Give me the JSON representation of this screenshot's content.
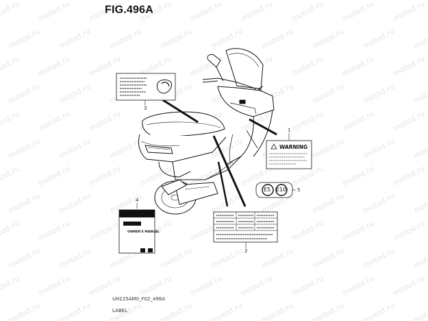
{
  "figure": {
    "title": "FIG.496A",
    "code": "UH125AM0_F02_496A",
    "caption": "LABEL"
  },
  "watermark": {
    "text": "motod.ru"
  },
  "parts": {
    "p1": {
      "callout": "1",
      "heading": "WARNING"
    },
    "p2": {
      "callout": "2"
    },
    "p3": {
      "callout": "3"
    },
    "p4": {
      "callout": "4",
      "text": "OWNER'S MANUAL"
    },
    "p5": {
      "callout": "5",
      "mark_left": "E5",
      "mark_right": "E10"
    }
  }
}
